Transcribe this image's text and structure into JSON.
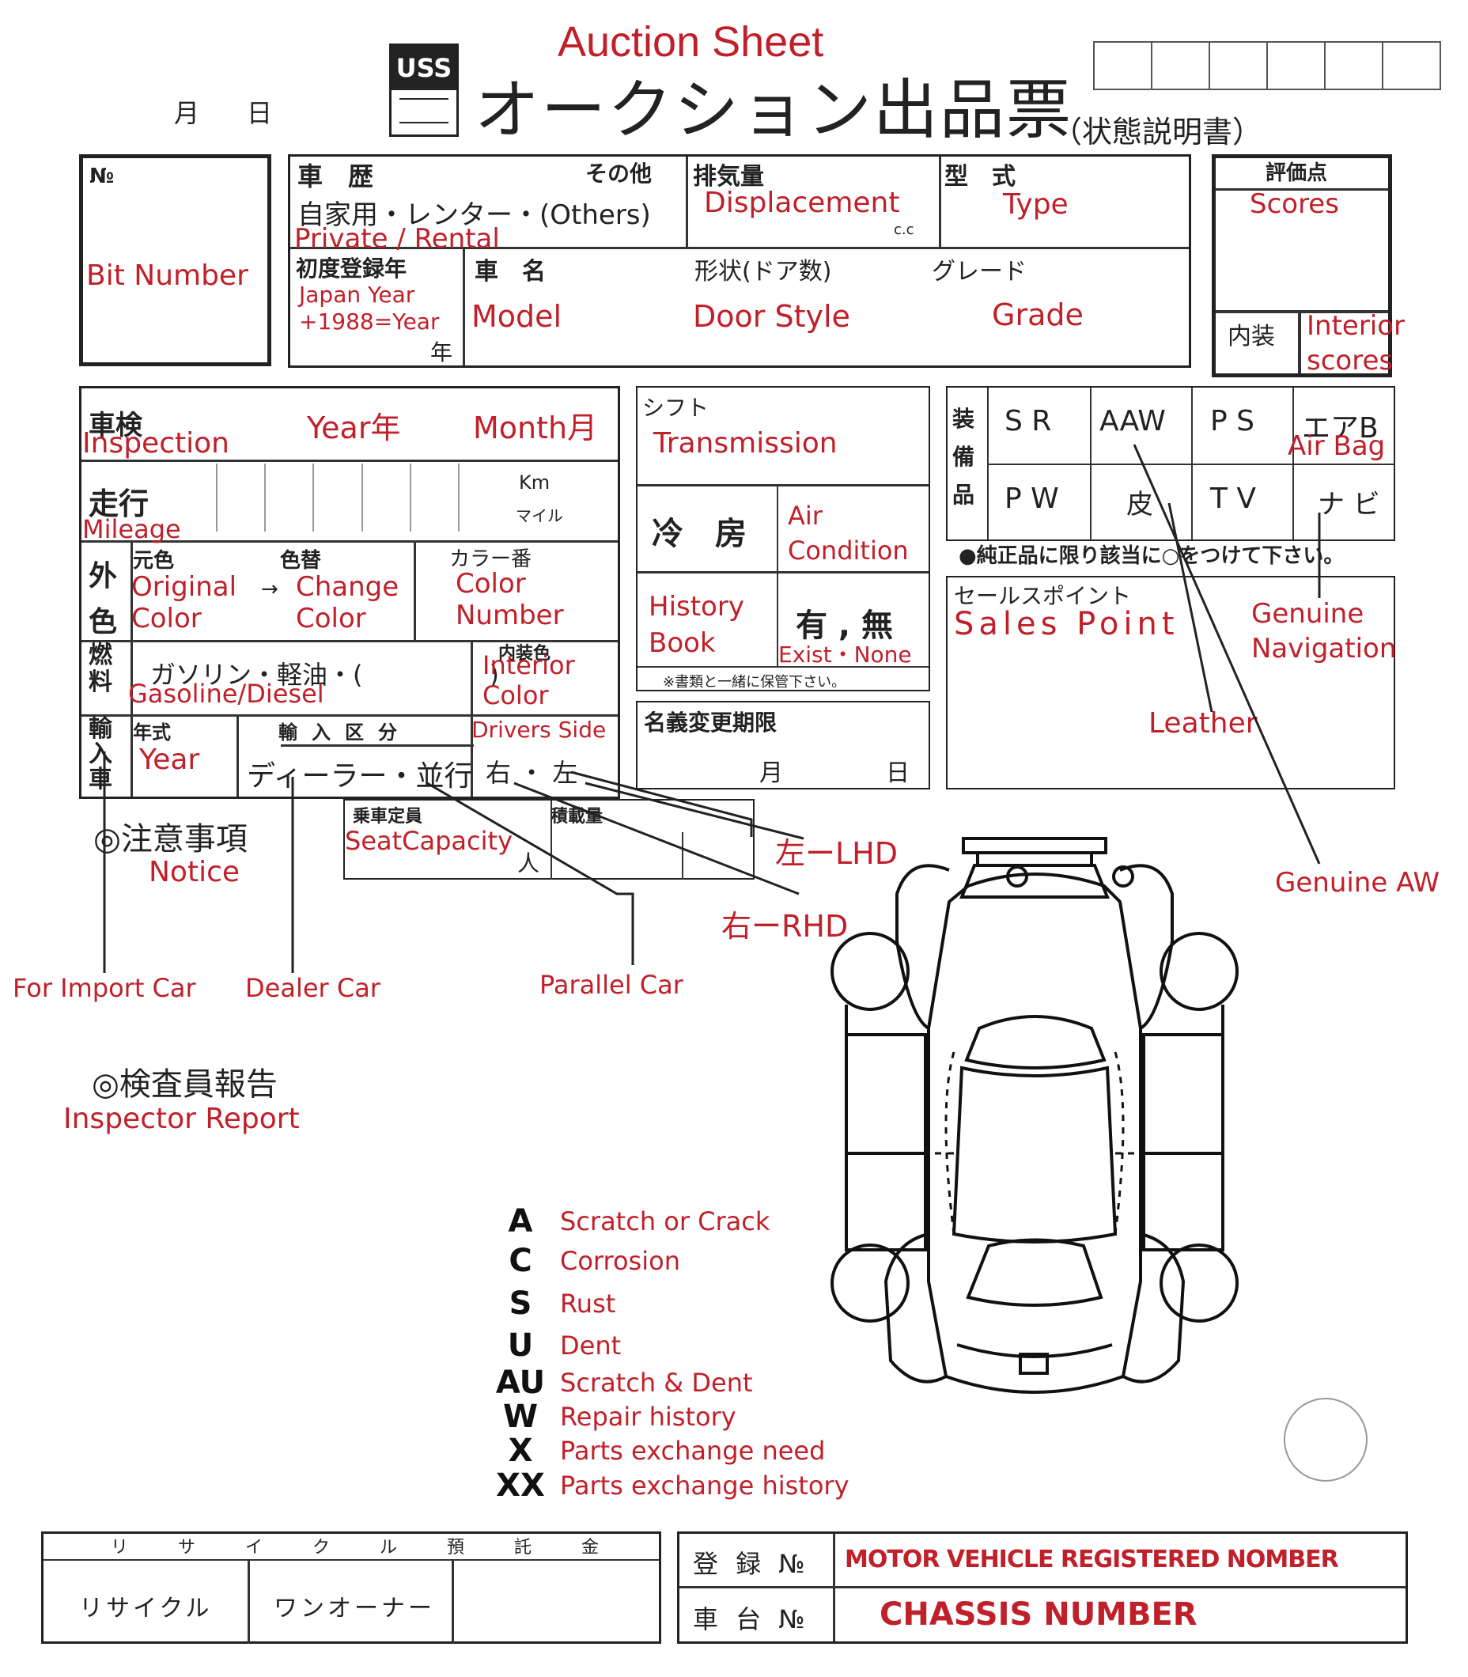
{
  "header": {
    "title_en": "Auction Sheet",
    "title_jp": "オークション出品票",
    "subtitle_jp": "（状態説明書）",
    "month_label": "月",
    "day_label": "日",
    "logo_text": "USS"
  },
  "lot": {
    "jp": "№",
    "en": "Bit Number"
  },
  "car_type": {
    "jp": "車　歴",
    "other_jp": "その他",
    "choices_jp": "自家用・レンター・(Others)",
    "en": "Private / Rental"
  },
  "displacement": {
    "jp": "排気量",
    "en": "Displacement",
    "unit": "c.c"
  },
  "type": {
    "jp": "型　式",
    "en": "Type"
  },
  "scores": {
    "jp": "評価点",
    "en": "Scores"
  },
  "first_reg": {
    "jp": "初度登録年",
    "en1": "Japan Year",
    "en2": "+1988=Year",
    "unit_jp": "年"
  },
  "model": {
    "jp": "車　名",
    "en": "Model"
  },
  "door": {
    "jp": "形状(ドア数)",
    "en": "Door Style"
  },
  "grade": {
    "jp": "グレード",
    "en": "Grade"
  },
  "interior": {
    "jp": "内装",
    "en": "Interior scores"
  },
  "inspection": {
    "jp": "車検",
    "en": "Inspection",
    "year": "Year年",
    "month": "Month月"
  },
  "mileage": {
    "jp": "走行",
    "en": "Mileage",
    "km": "Km",
    "mile": "マイル"
  },
  "color": {
    "jp_outer": "外色",
    "original_jp": "元色",
    "original_en": "Original Color",
    "change_jp": "色替",
    "change_en": "Change Color",
    "number_jp": "カラー番",
    "number_en": "Color Number"
  },
  "fuel": {
    "jp": "燃料",
    "choices_jp": "ガソリン・軽油・(　　　　　)",
    "en": "Gasoline/Diesel"
  },
  "interior_color": {
    "jp": "内装色",
    "en": "Interior Color"
  },
  "import": {
    "jp": "輸入車",
    "year_jp": "年式",
    "year_en": "Year"
  },
  "import_class": {
    "jp": "輸入区分",
    "value_jp": "ディーラー・並行"
  },
  "drivers_side": {
    "en": "Drivers Side",
    "value_jp": "右 ・ 左"
  },
  "seat": {
    "jp": "乗車定員",
    "en": "SeatCapacity",
    "unit_jp": "人",
    "payload_jp": "積載量"
  },
  "transmission": {
    "jp": "シフト",
    "en": "Transmission"
  },
  "aircon": {
    "jp": "冷　房",
    "en": "Air Condition"
  },
  "history_book": {
    "en": "History Book",
    "choices_jp": "有 , 無",
    "choices_en": "Exist・None",
    "note_jp": "※書類と一緒に保管下さい。"
  },
  "name_change": {
    "jp": "名義変更期限",
    "month": "月",
    "day": "日"
  },
  "equipment": {
    "jp": "装備品",
    "row1": [
      "S R",
      "AAW",
      "P S",
      "エアB"
    ],
    "row2": [
      "P W",
      "皮",
      "T V",
      "ナ ビ"
    ],
    "airbag_en": "Air Bag",
    "note_jp": "●純正品に限り該当に○をつけて下さい。"
  },
  "sales_point": {
    "jp": "セールスポイント",
    "en": "Sales Point",
    "nav_en1": "Genuine",
    "nav_en2": "Navigation",
    "leather_en": "Leather",
    "aw_en": "Genuine AW"
  },
  "notice": {
    "jp": "◎注意事項",
    "en": "Notice"
  },
  "callouts": {
    "import_car": "For Import Car",
    "dealer_car": "Dealer Car",
    "parallel_car": "Parallel Car",
    "lhd": "左ーLHD",
    "rhd": "右ーRHD"
  },
  "inspector": {
    "jp": "◎検査員報告",
    "en": "Inspector Report"
  },
  "legend": [
    {
      "code": "A",
      "desc": "Scratch or Crack"
    },
    {
      "code": "C",
      "desc": "Corrosion"
    },
    {
      "code": "S",
      "desc": "Rust"
    },
    {
      "code": "U",
      "desc": "Dent"
    },
    {
      "code": "AU",
      "desc": "Scratch & Dent"
    },
    {
      "code": "W",
      "desc": "Repair history"
    },
    {
      "code": "X",
      "desc": "Parts exchange need"
    },
    {
      "code": "XX",
      "desc": "Parts exchange history"
    }
  ],
  "footer": {
    "recycle_header": "リ サ イ ク ル 預 託 金",
    "recycle": "リサイクル",
    "one_owner": "ワンオーナー",
    "reg_jp": "登 録 №",
    "reg_en": "MOTOR VEHICLE REGISTERED NOMBER",
    "chassis_jp": "車 台 №",
    "chassis_en": "CHASSIS NUMBER"
  }
}
